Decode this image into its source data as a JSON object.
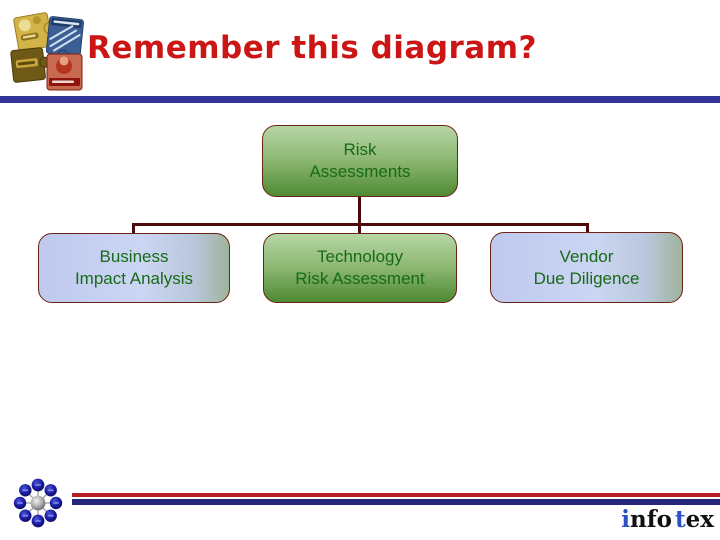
{
  "slide": {
    "title": "Remember this diagram?"
  },
  "diagram": {
    "type": "hierarchy",
    "root": {
      "label": "Risk Assessments",
      "line1": "Risk",
      "line2": "Assessments",
      "style": "green"
    },
    "children": [
      {
        "label": "Business Impact Analysis",
        "line1": "Business",
        "line2": "Impact Analysis",
        "style": "blue"
      },
      {
        "label": "Technology Risk Assessment",
        "line1": "Technology",
        "line2": "Risk Assessment",
        "style": "green"
      },
      {
        "label": "Vendor Due Diligence",
        "line1": "Vendor",
        "line2": "Due Diligence",
        "style": "blue"
      }
    ]
  },
  "icons": {
    "header_logo": "puzzle-pieces-collage",
    "footer_logo": "atom-molecule"
  },
  "colors": {
    "title_red": "#cc1515",
    "divider_blue": "#333399",
    "connector_maroon": "#4c0a0a",
    "node_border": "#6b2315",
    "node_text_green": "#166b16",
    "green_gradient_top": "#b7d6a6",
    "green_gradient_bottom": "#4e8a33",
    "blue_gradient_left": "#bfc9ee",
    "blue_gradient_right": "#9fb39b",
    "footer_red": "#b42025",
    "footer_blue": "#26267e",
    "brand_blue": "#2d51c4",
    "brand_black": "#111111"
  },
  "footer": {
    "brand": {
      "i": "i",
      "nfo": "nfo",
      "t": "t",
      "ex": "ex"
    }
  }
}
